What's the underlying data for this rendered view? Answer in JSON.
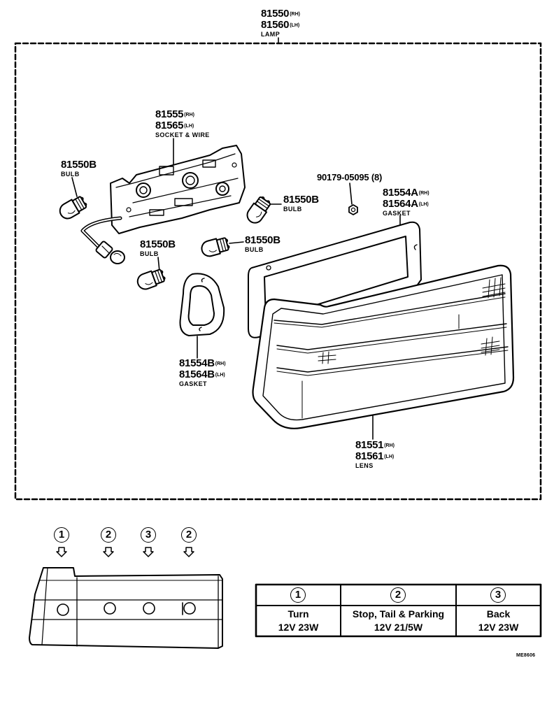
{
  "colors": {
    "ink": "#000000",
    "paper": "#ffffff"
  },
  "callouts": {
    "lamp": {
      "pn_rh": "81550",
      "rh": "(RH)",
      "pn_lh": "81560",
      "lh": "(LH)",
      "name": "LAMP"
    },
    "socket": {
      "pn_rh": "81555",
      "rh": "(RH)",
      "pn_lh": "81565",
      "lh": "(LH)",
      "name": "SOCKET & WIRE"
    },
    "bulb_left": {
      "pn": "81550B",
      "name": "BULB"
    },
    "screw": {
      "pn": "90179-05095 (8)"
    },
    "gasket_a": {
      "pn_rh": "81554A",
      "rh": "(RH)",
      "pn_lh": "81564A",
      "lh": "(LH)",
      "name": "GASKET"
    },
    "bulb_right": {
      "pn": "81550B",
      "name": "BULB"
    },
    "bulb_lower_left": {
      "pn": "81550B",
      "name": "BULB"
    },
    "bulb_middle": {
      "pn": "81550B",
      "name": "BULB"
    },
    "gasket_b": {
      "pn_rh": "81554B",
      "rh": "(RH)",
      "pn_lh": "81564B",
      "lh": "(LH)",
      "name": "GASKET"
    },
    "lens": {
      "pn_rh": "81551",
      "rh": "(RH)",
      "pn_lh": "81561",
      "lh": "(LH)",
      "name": "LENS"
    }
  },
  "position_markers": [
    "1",
    "2",
    "3",
    "2"
  ],
  "bulb_table": [
    {
      "no": "1",
      "function": "Turn",
      "spec": "12V 23W"
    },
    {
      "no": "2",
      "function": "Stop, Tail & Parking",
      "spec": "12V 21/5W"
    },
    {
      "no": "3",
      "function": "Back",
      "spec": "12V 23W"
    }
  ],
  "drawing_code": "ME8606"
}
